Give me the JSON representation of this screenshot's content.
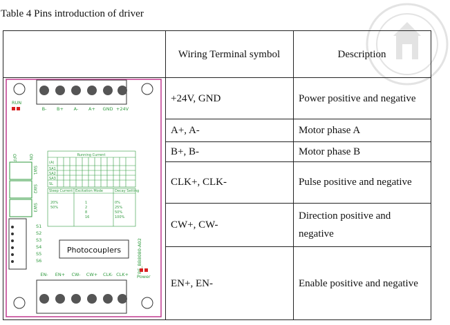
{
  "caption": "Table 4 Pins introduction of driver",
  "table": {
    "header": {
      "symbol": "Wiring Terminal symbol",
      "description": "Description"
    },
    "rows": [
      {
        "symbol": "+24V, GND",
        "description": "Power positive and negative"
      },
      {
        "symbol": "A+, A-",
        "description": "Motor phase A"
      },
      {
        "symbol": "B+, B-",
        "description": "Motor phase B"
      },
      {
        "symbol": "CLK+, CLK-",
        "description": "Pulse positive and negative"
      },
      {
        "symbol": "CW+, CW-",
        "description": "Direction positive and negative"
      },
      {
        "symbol": "EN+, EN-",
        "description": "Enable positive and negative"
      }
    ]
  },
  "board": {
    "top_terminals": [
      "B-",
      "B+",
      "A-",
      "A+",
      "GND",
      "+24V"
    ],
    "bottom_terminals": [
      "EN-",
      "EN+",
      "CW-",
      "CW+",
      "CLK-",
      "CLK+"
    ],
    "run_label": "RUN",
    "power_label": "Power",
    "off_label": "OFF",
    "on_label": "ON",
    "switch_labels": [
      "SW1",
      "SW2",
      "SW3"
    ],
    "s_labels": [
      "S1",
      "S2",
      "S3",
      "S4",
      "S5",
      "S6"
    ],
    "photocoupler_label": "Photocouplers",
    "side_label": "BF_BB8080-A02",
    "running_current_title": "Running Current",
    "current_row_labels": [
      "(A)",
      "SA1",
      "SA2",
      "SA3",
      "SL"
    ],
    "sleep_current_title": "Sleep Current",
    "excitation_mode_title": "Excitation Mode",
    "decay_setting_title": "Decay Setting",
    "sleep_rows": [
      "20%",
      "50%"
    ],
    "excitation_rows": [
      "1",
      "2",
      "8",
      "16"
    ],
    "decay_rows": [
      "0%",
      "25%",
      "50%",
      "100%"
    ]
  },
  "colors": {
    "board_border": "#c0398f",
    "silk": "#2f9a3e",
    "led": "#d82020"
  }
}
